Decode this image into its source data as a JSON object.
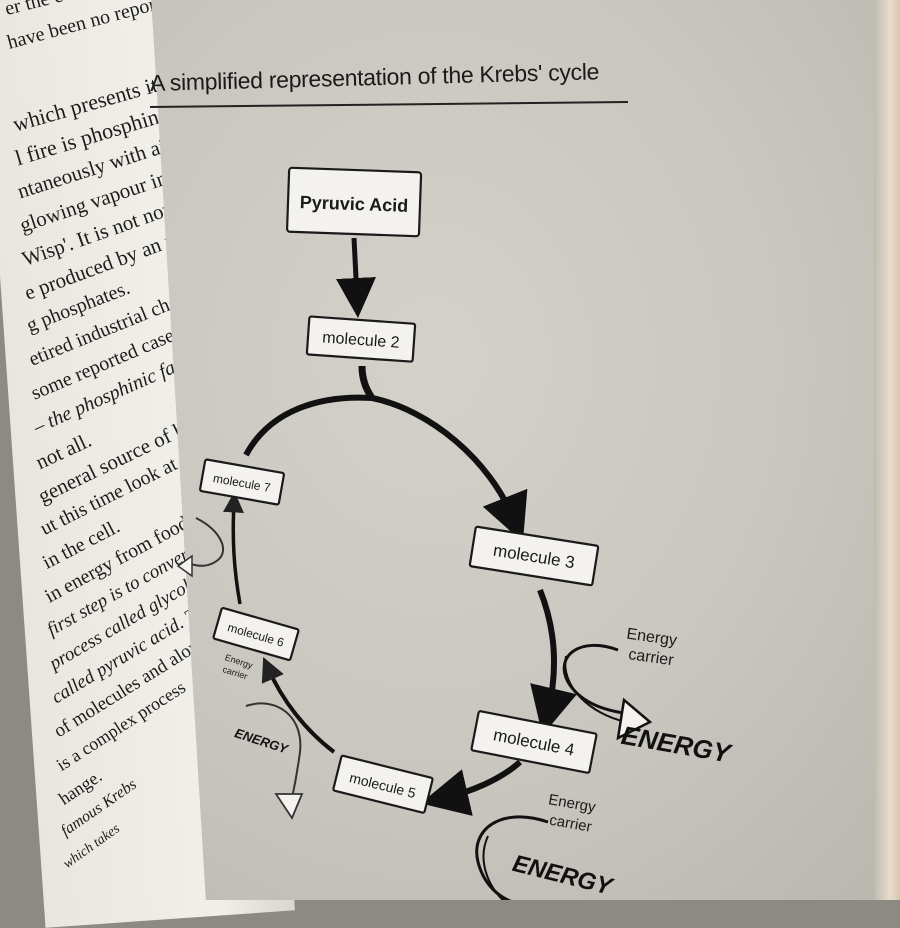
{
  "left_page": {
    "lines": [
      "er the event, or wi",
      "have been no repor",
      "which presents itsel",
      "l fire is phosphine. T",
      "ntaneously with air a",
      "glowing vapour in m",
      "Wisp'. It is not norm",
      "e produced by an un",
      "g phosphates.",
      "etired industrial chemis",
      "some reported cases of",
      "– the phosphinic fart. Th",
      "not all.",
      "general source of heat",
      "ut this time look at the",
      "in the cell.",
      "in energy from food by",
      "first step is to convert foo",
      "process called glycolysis a",
      "called pyruvic acid. The",
      "of molecules and along th",
      "is a complex process",
      "hange.",
      "famous Krebs",
      "which takes"
    ]
  },
  "figure": {
    "title": "A simplified representation of the Krebs' cycle",
    "nodes": {
      "pyruvic": "Pyruvic Acid",
      "m2": "molecule 2",
      "m3": "molecule 3",
      "m4": "molecule 4",
      "m5": "molecule 5",
      "m6": "molecule 6",
      "m7": "molecule 7"
    },
    "energy_carrier_line1": "Energy",
    "energy_carrier_line2": "carrier",
    "energy_label": "ENERGY",
    "energy_label_cut": "ENERGY",
    "side_energy_top": "Energy",
    "side_energy_bottom": "carrier",
    "small_energy": "ENERGY"
  }
}
